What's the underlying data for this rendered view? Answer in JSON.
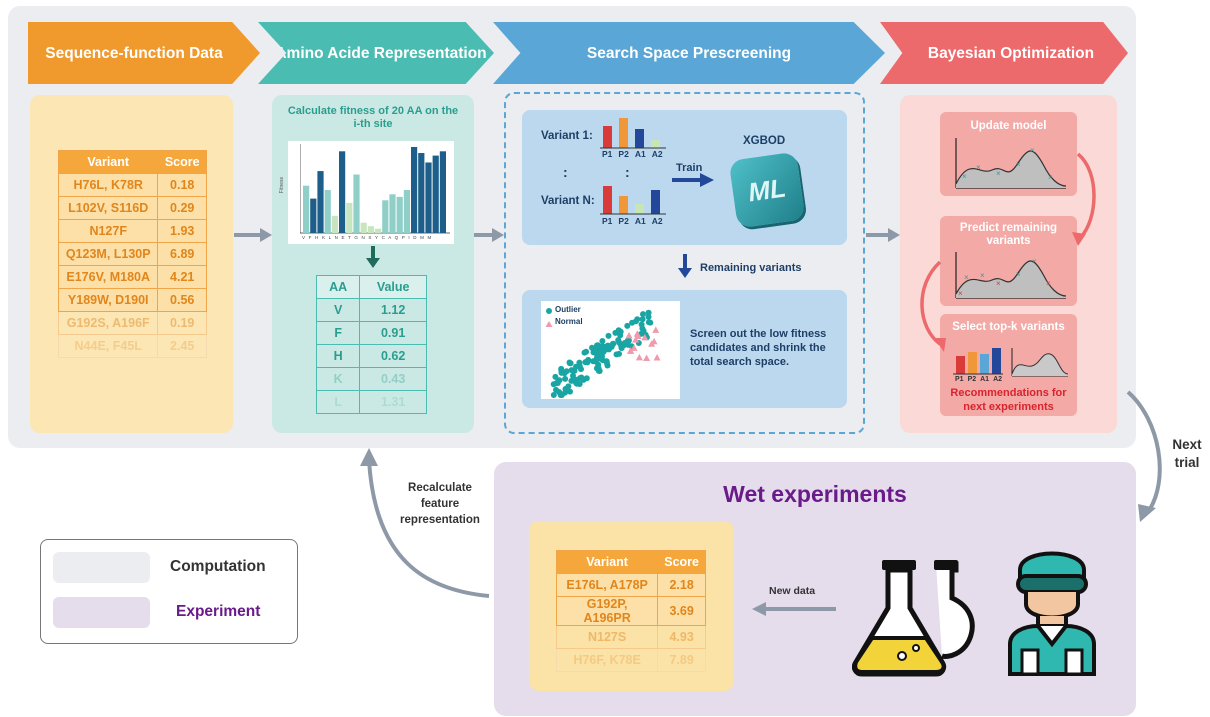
{
  "stages": {
    "stage1": "Sequence-function Data",
    "stage2": "Amino Acide Representation",
    "stage3": "Search Space Prescreening",
    "stage4": "Bayesian Optimization"
  },
  "colors": {
    "orange": "#f09a2d",
    "teal": "#4bbcb1",
    "blue": "#5aa6d6",
    "red": "#ec6a6b",
    "purple": "#6a1b8a"
  },
  "variant_table": {
    "headers": [
      "Variant",
      "Score"
    ],
    "rows": [
      [
        "H76L, K78R",
        "0.18"
      ],
      [
        "L102V, S116D",
        "0.29"
      ],
      [
        "N127F",
        "1.93"
      ],
      [
        "Q123M, L130P",
        "6.89"
      ],
      [
        "E176V, M180A",
        "4.21"
      ],
      [
        "Y189W, D190I",
        "0.56"
      ],
      [
        "G192S, A196F",
        "0.19"
      ],
      [
        "N44E, F45L",
        "2.45"
      ]
    ]
  },
  "aa_panel": {
    "title": "Calculate fitness of 20 AA on the i-th site",
    "y_axis_label": "Fitness",
    "x_ticks": "V F H K L N E T G N S Y C A Q P I D M M",
    "headers": [
      "AA",
      "Value"
    ],
    "rows": [
      [
        "V",
        "1.12"
      ],
      [
        "F",
        "0.91"
      ],
      [
        "H",
        "0.62"
      ],
      [
        "K",
        "0.43"
      ],
      [
        "L",
        "1.31"
      ]
    ]
  },
  "prescreen": {
    "variant1_label": "Variant 1:",
    "variantN_label": "Variant N:",
    "dots": ":",
    "bar_labels": [
      "P1",
      "P2",
      "A1",
      "A2"
    ],
    "train_label": "Train",
    "model_name": "XGBOD",
    "ml_label": "ML",
    "remaining_label": "Remaining variants",
    "legend_outlier": "Outlier",
    "legend_normal": "Normal",
    "description": "Screen out the low fitness candidates and shrink the total search space."
  },
  "bayes": {
    "update_model": "Update model",
    "predict_remaining": "Predict remaining variants",
    "select_topk": "Select top-k variants",
    "bar_labels": [
      "P1",
      "P2",
      "A1",
      "A2"
    ],
    "recommendations": "Recommendations for next experiments"
  },
  "loop": {
    "next_trial": "Next trial",
    "recalculate": "Recalculate feature representation",
    "new_data": "New data"
  },
  "wet": {
    "title": "Wet experiments",
    "headers": [
      "Variant",
      "Score"
    ],
    "rows": [
      [
        "E176L, A178P",
        "2.18"
      ],
      [
        "G192P, A196PR",
        "3.69"
      ],
      [
        "N127S",
        "4.93"
      ],
      [
        "H76F, K78E",
        "7.89"
      ]
    ]
  },
  "legend": {
    "computation": "Computation",
    "experiment": "Experiment"
  }
}
